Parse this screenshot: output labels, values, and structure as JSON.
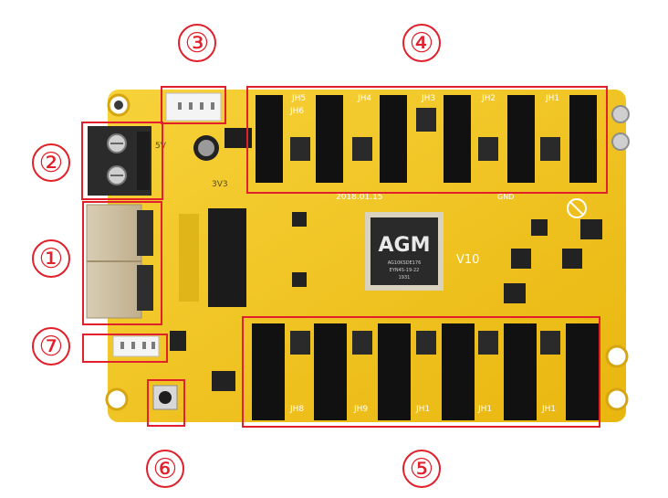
{
  "photo": {
    "board_color": "#f2c51a",
    "highlight_color": "#e0202a",
    "chip_brand": "AGM",
    "chip_text_lines": [
      "AG10KSDE176",
      "EYN4S-19-22",
      "1931"
    ],
    "version_label": "V10",
    "date_label": "2018.01.15",
    "gnd_label": "GND",
    "header_labels_top": [
      "JH6",
      "JH5",
      "JH4",
      "JH3",
      "JH2",
      "JH1"
    ],
    "header_labels_bottom": [
      "JH8",
      "JH9",
      "JH1",
      "JH1",
      "JH1"
    ],
    "terminal_text": "5V",
    "reg_text": "3V3"
  },
  "callouts": [
    {
      "id": "1",
      "label": "①"
    },
    {
      "id": "2",
      "label": "②"
    },
    {
      "id": "3",
      "label": "③"
    },
    {
      "id": "4",
      "label": "④"
    },
    {
      "id": "5",
      "label": "⑤"
    },
    {
      "id": "6",
      "label": "⑥"
    },
    {
      "id": "7",
      "label": "⑦"
    }
  ]
}
